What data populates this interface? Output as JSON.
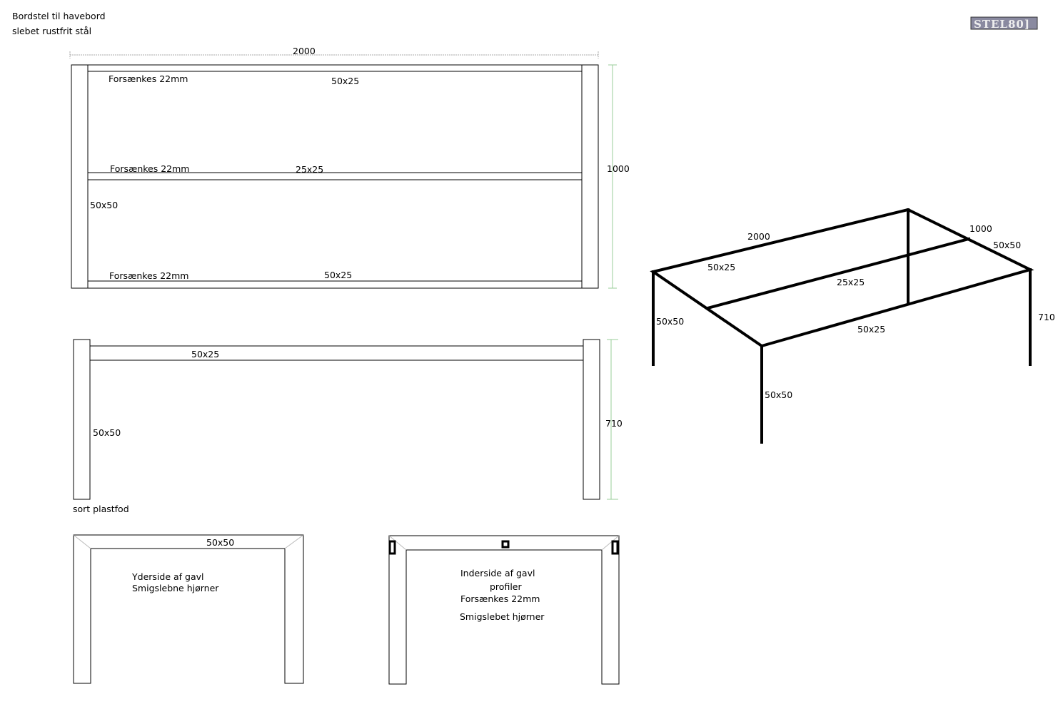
{
  "title": {
    "line1": "Bordstel til havebord",
    "line2": "slebet rustfrit stål"
  },
  "logo": "STEL80]",
  "top_view": {
    "width_dim": "2000",
    "depth_dim": "1000",
    "label_top_sink": "Forsænkes 22mm",
    "label_top_profile": "50x25",
    "label_mid_sink": "Forsænkes 22mm",
    "label_mid_profile": "25x25",
    "label_leg": "50x50",
    "label_bot_sink": "Forsænkes 22mm",
    "label_bot_profile": "50x25"
  },
  "side_view": {
    "label_rail": "50x25",
    "label_leg": "50x50",
    "height_dim": "710",
    "foot_note": "sort plastfod"
  },
  "end_outer": {
    "profile": "50x50",
    "line1": "Yderside af gavl",
    "line2": "Smigslebne hjørner"
  },
  "end_inner": {
    "line1": "Inderside af gavl",
    "line2": "profiler",
    "line3": "Forsænkes 22mm",
    "line4": "Smigslebet hjørner"
  },
  "iso_view": {
    "length": "2000",
    "depth": "1000",
    "height": "710",
    "rail_back": "50x25",
    "rail_mid": "25x25",
    "rail_front": "50x25",
    "rail_end": "50x50",
    "leg_left": "50x50",
    "leg_front": "50x50"
  }
}
